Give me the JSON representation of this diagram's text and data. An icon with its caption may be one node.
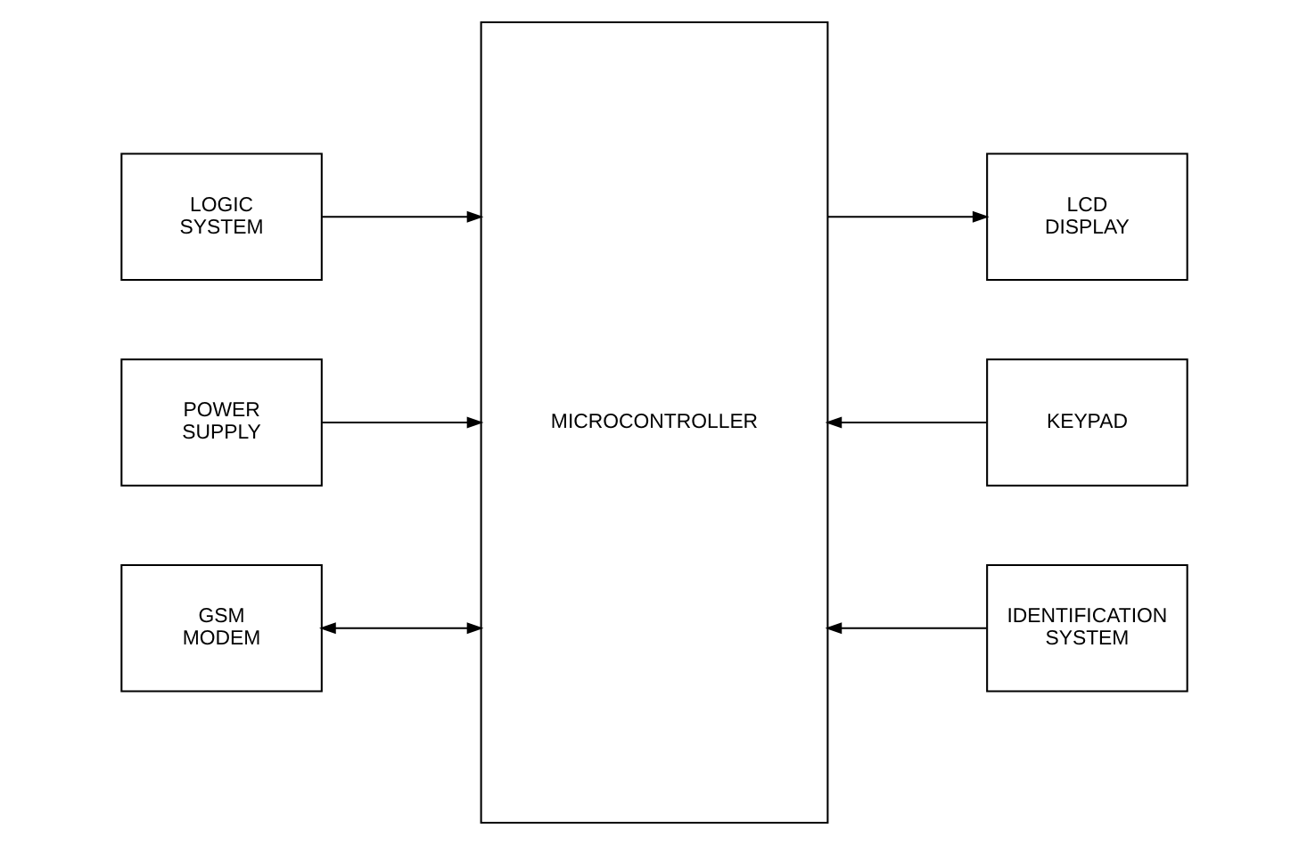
{
  "diagram": {
    "nodes": [
      {
        "text": [
          "LOGIC SYSTEM"
        ]
      },
      {
        "text": [
          "POWER SUPPLY"
        ]
      },
      {
        "text": [
          "GSM MODEM"
        ]
      },
      {
        "text": [
          "MICROCONTROLLER"
        ]
      },
      {
        "text": [
          "LCD DISPLAY"
        ]
      },
      {
        "text": [
          "KEYPAD"
        ]
      },
      {
        "text": [
          "IDENTIFICATION SYSTEM"
        ]
      }
    ],
    "edges": [
      {
        "from": 0,
        "to": 3,
        "arrow": "to"
      },
      {
        "from": 1,
        "to": 3,
        "arrow": "to"
      },
      {
        "from": 2,
        "to": 3,
        "arrow": "both"
      },
      {
        "from": 3,
        "to": 4,
        "arrow": "to"
      },
      {
        "from": 5,
        "to": 3,
        "arrow": "to"
      },
      {
        "from": 6,
        "to": 3,
        "arrow": "to"
      }
    ]
  }
}
